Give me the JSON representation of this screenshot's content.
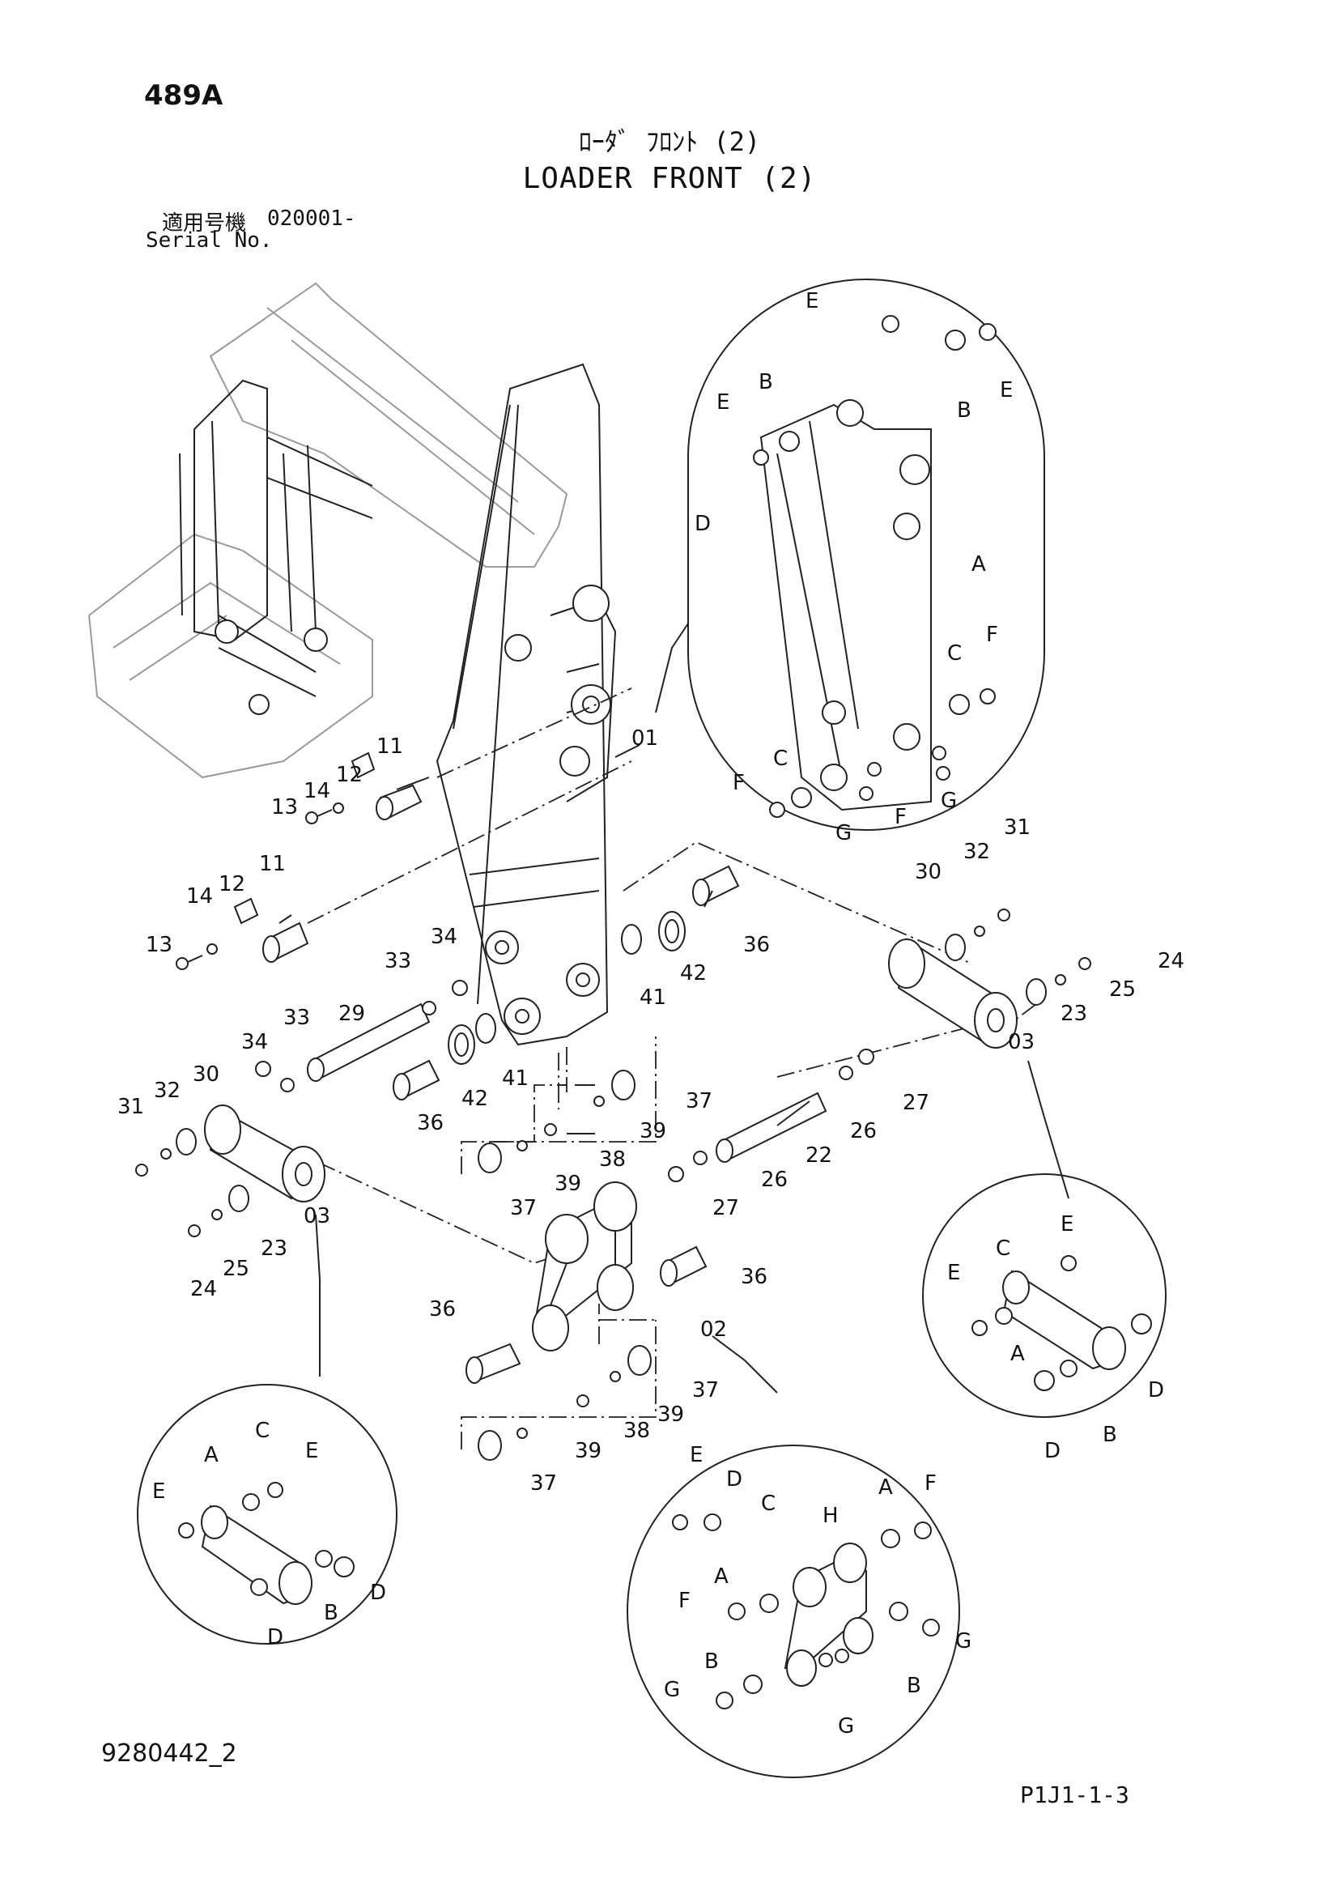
{
  "header": {
    "page_code": "489A",
    "title_jp": "ﾛｰﾀﾞ ﾌﾛﾝﾄ (2)",
    "title_en": "LOADER FRONT (2)",
    "serial_label_jp": "適用号機",
    "serial_number": "020001-",
    "serial_label_en": "Serial No."
  },
  "footer": {
    "diagram_number": "9280442_2",
    "sheet_number": "P1J1-1-3"
  },
  "callouts": {
    "n01": "01",
    "n02": "02",
    "n03a": "03",
    "n03b": "03",
    "n11a": "11",
    "n11b": "11",
    "n12a": "12",
    "n12b": "12",
    "n13a": "13",
    "n13b": "13",
    "n14a": "14",
    "n14b": "14",
    "n22": "22",
    "n23a": "23",
    "n23b": "23",
    "n24a": "24",
    "n24b": "24",
    "n25a": "25",
    "n25b": "25",
    "n26a": "26",
    "n26b": "26",
    "n27a": "27",
    "n27b": "27",
    "n29": "29",
    "n30a": "30",
    "n30b": "30",
    "n31a": "31",
    "n31b": "31",
    "n32a": "32",
    "n32b": "32",
    "n33a": "33",
    "n33b": "33",
    "n34a": "34",
    "n34b": "34",
    "n36a": "36",
    "n36b": "36",
    "n36c": "36",
    "n36d": "36",
    "n37a": "37",
    "n37b": "37",
    "n37c": "37",
    "n37d": "37",
    "n38a": "38",
    "n38b": "38",
    "n39a": "39",
    "n39b": "39",
    "n39c": "39",
    "n39d": "39",
    "n41a": "41",
    "n41b": "41",
    "n42a": "42",
    "n42b": "42"
  },
  "detail_circles": {
    "top_right": {
      "E1": "E",
      "E2": "E",
      "E3": "E",
      "B1": "B",
      "B2": "B",
      "D": "D",
      "A": "A",
      "C1": "C",
      "C2": "C",
      "F1": "F",
      "F2": "F",
      "F3": "F",
      "G1": "G",
      "G2": "G"
    },
    "mid_right": {
      "E1": "E",
      "E2": "E",
      "C": "C",
      "A": "A",
      "B": "B",
      "D1": "D",
      "D2": "D"
    },
    "bottom_left": {
      "E1": "E",
      "E2": "E",
      "C": "C",
      "A": "A",
      "B": "B",
      "D1": "D",
      "D2": "D"
    },
    "bottom_center": {
      "E": "E",
      "D": "D",
      "C": "C",
      "H": "H",
      "A1": "A",
      "A2": "A",
      "F1": "F",
      "F2": "F",
      "B1": "B",
      "B2": "B",
      "G1": "G",
      "G2": "G",
      "G3": "G"
    }
  }
}
